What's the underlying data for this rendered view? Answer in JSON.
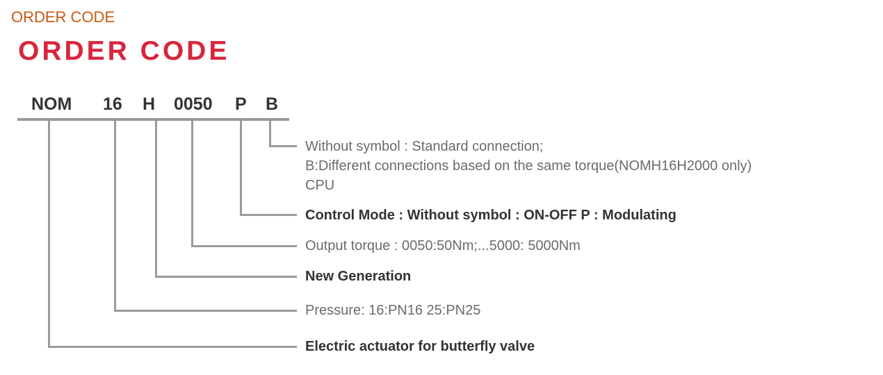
{
  "header": {
    "small_title": "ORDER CODE",
    "title": "ORDER CODE"
  },
  "codes": [
    "NOM",
    "16",
    "H",
    "0050",
    "P",
    "B"
  ],
  "descriptions": {
    "connection": [
      "Without symbol : Standard connection;",
      "B:Different connections based on the same torque(NOMH16H2000 only)",
      "CPU"
    ],
    "control_mode": "Control Mode : Without symbol : ON-OFF P : Modulating",
    "output_torque": "Output torque :  0050:50Nm;...5000: 5000Nm",
    "generation": "New Generation",
    "pressure": "Pressure: 16:PN16 25:PN25",
    "type": "Electric actuator for butterfly valve"
  }
}
